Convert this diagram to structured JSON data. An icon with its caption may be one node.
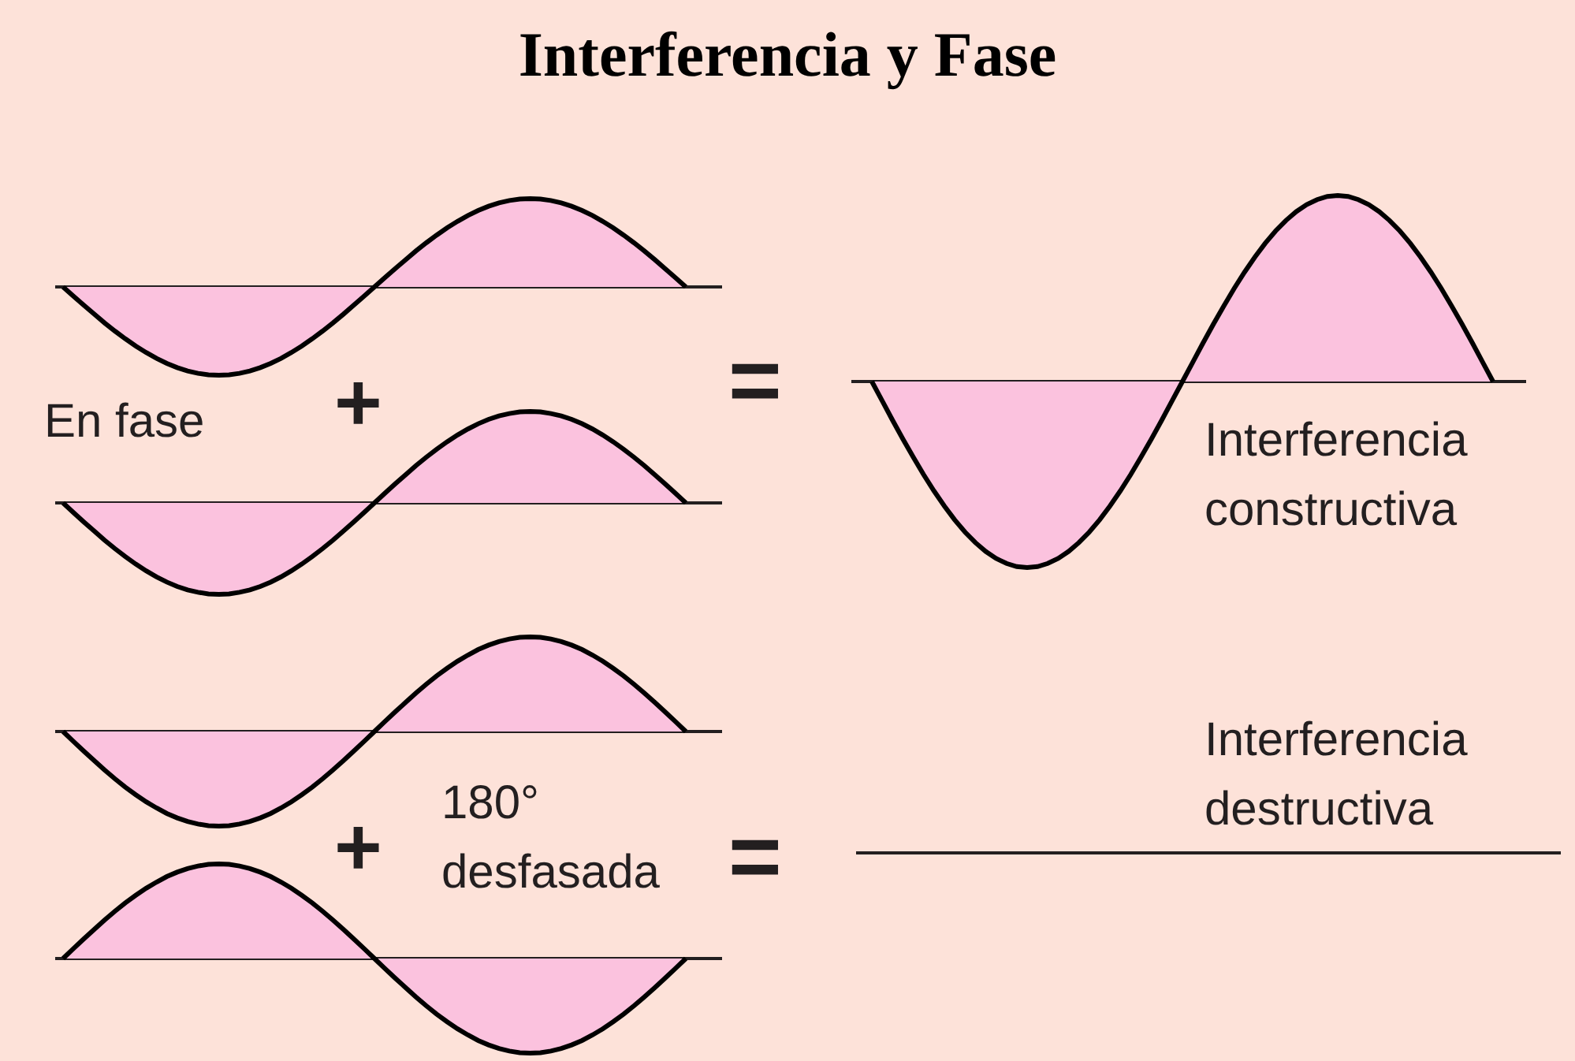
{
  "diagram": {
    "title": "Interferencia y Fase",
    "labels": [
      "En fase",
      "+",
      "=",
      "Interferencia constructiva",
      "180° desfasada",
      "+",
      "=",
      "Interferencia destructiva"
    ]
  }
}
